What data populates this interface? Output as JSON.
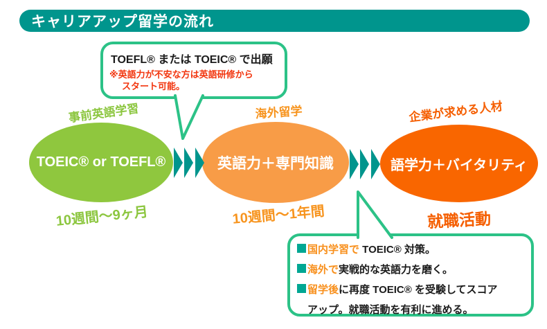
{
  "header": {
    "title": "キャリアアップ留学の流れ"
  },
  "top_callout": {
    "title": "TOEFL® または TOEIC® で出願",
    "note1": "※英語力が不安な方は英語研修から",
    "note2": "スタート可能。"
  },
  "stages": [
    {
      "top_label": "事前英語学習",
      "main": "TOEIC® or TOEFL®",
      "bottom_label": "10週間～9ヶ月"
    },
    {
      "top_label": "海外留学",
      "main": "英語力＋専門知識",
      "bottom_label": "10週間～1年間"
    },
    {
      "top_label": "企業が求める人材",
      "main": "語学力＋バイタリティ",
      "bottom_label": "就職活動"
    }
  ],
  "bottom_callout": {
    "items": [
      {
        "highlight": "国内学習で",
        "rest": " TOEIC® 対策。"
      },
      {
        "highlight": "海外で",
        "rest": "実戦的な英語力を磨く。"
      },
      {
        "highlight": "留学後",
        "rest": "に再度 TOEIC® を受験してスコア"
      }
    ],
    "continuation": "アップ。就職活動を有利に進める。"
  },
  "colors": {
    "header_teal": "#00958d",
    "arrow_teal": "#00958d",
    "callout_green": "#2cc287",
    "bullet_green": "#00a793",
    "stage1_green": "#8fc73e",
    "stage2_orange": "#f89c47",
    "stage3_orange": "#f96600",
    "label1_green": "#8cc63f",
    "label2_orange": "#f7941e",
    "label3_orange": "#f55e00",
    "note_red": "#f2350e",
    "highlight_orange": "#f8901d",
    "text_black": "#1b1b1b"
  }
}
